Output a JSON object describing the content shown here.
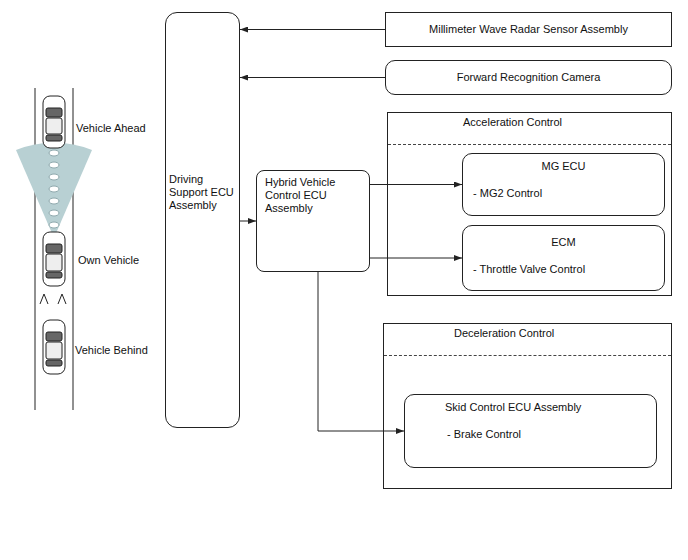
{
  "diagram": {
    "nodes": [
      {
        "text": [
          "Millimeter Wave Radar Sensor Assembly"
        ]
      },
      {
        "text": [
          "Forward Recognition Camera"
        ]
      },
      {
        "text": [
          "Driving Support ECU Assembly"
        ]
      },
      {
        "text": [
          "Hybrid Vehicle Control ECU Assembly"
        ]
      },
      {
        "text": [
          "Acceleration Control"
        ]
      },
      {
        "text": [
          "MG ECU",
          "- MG2 Control"
        ],
        "in": 4
      },
      {
        "text": [
          "ECM",
          "- Throttle Valve Control"
        ],
        "in": 4
      },
      {
        "text": [
          "Deceleration Control"
        ]
      },
      {
        "text": [
          "Skid Control ECU Assembly",
          "- Brake Control"
        ],
        "in": 7
      }
    ],
    "edges": [
      {
        "from": 0,
        "to": 2,
        "arrow": "to"
      },
      {
        "from": 1,
        "to": 2,
        "arrow": "to"
      },
      {
        "from": 2,
        "to": 3,
        "arrow": "to"
      },
      {
        "from": 3,
        "to": 5,
        "arrow": "to"
      },
      {
        "from": 3,
        "to": 6,
        "arrow": "to"
      },
      {
        "from": 3,
        "to": 8,
        "arrow": "to"
      }
    ],
    "labels": [
      "Vehicle Ahead",
      "Own Vehicle",
      "Vehicle Behind"
    ]
  }
}
